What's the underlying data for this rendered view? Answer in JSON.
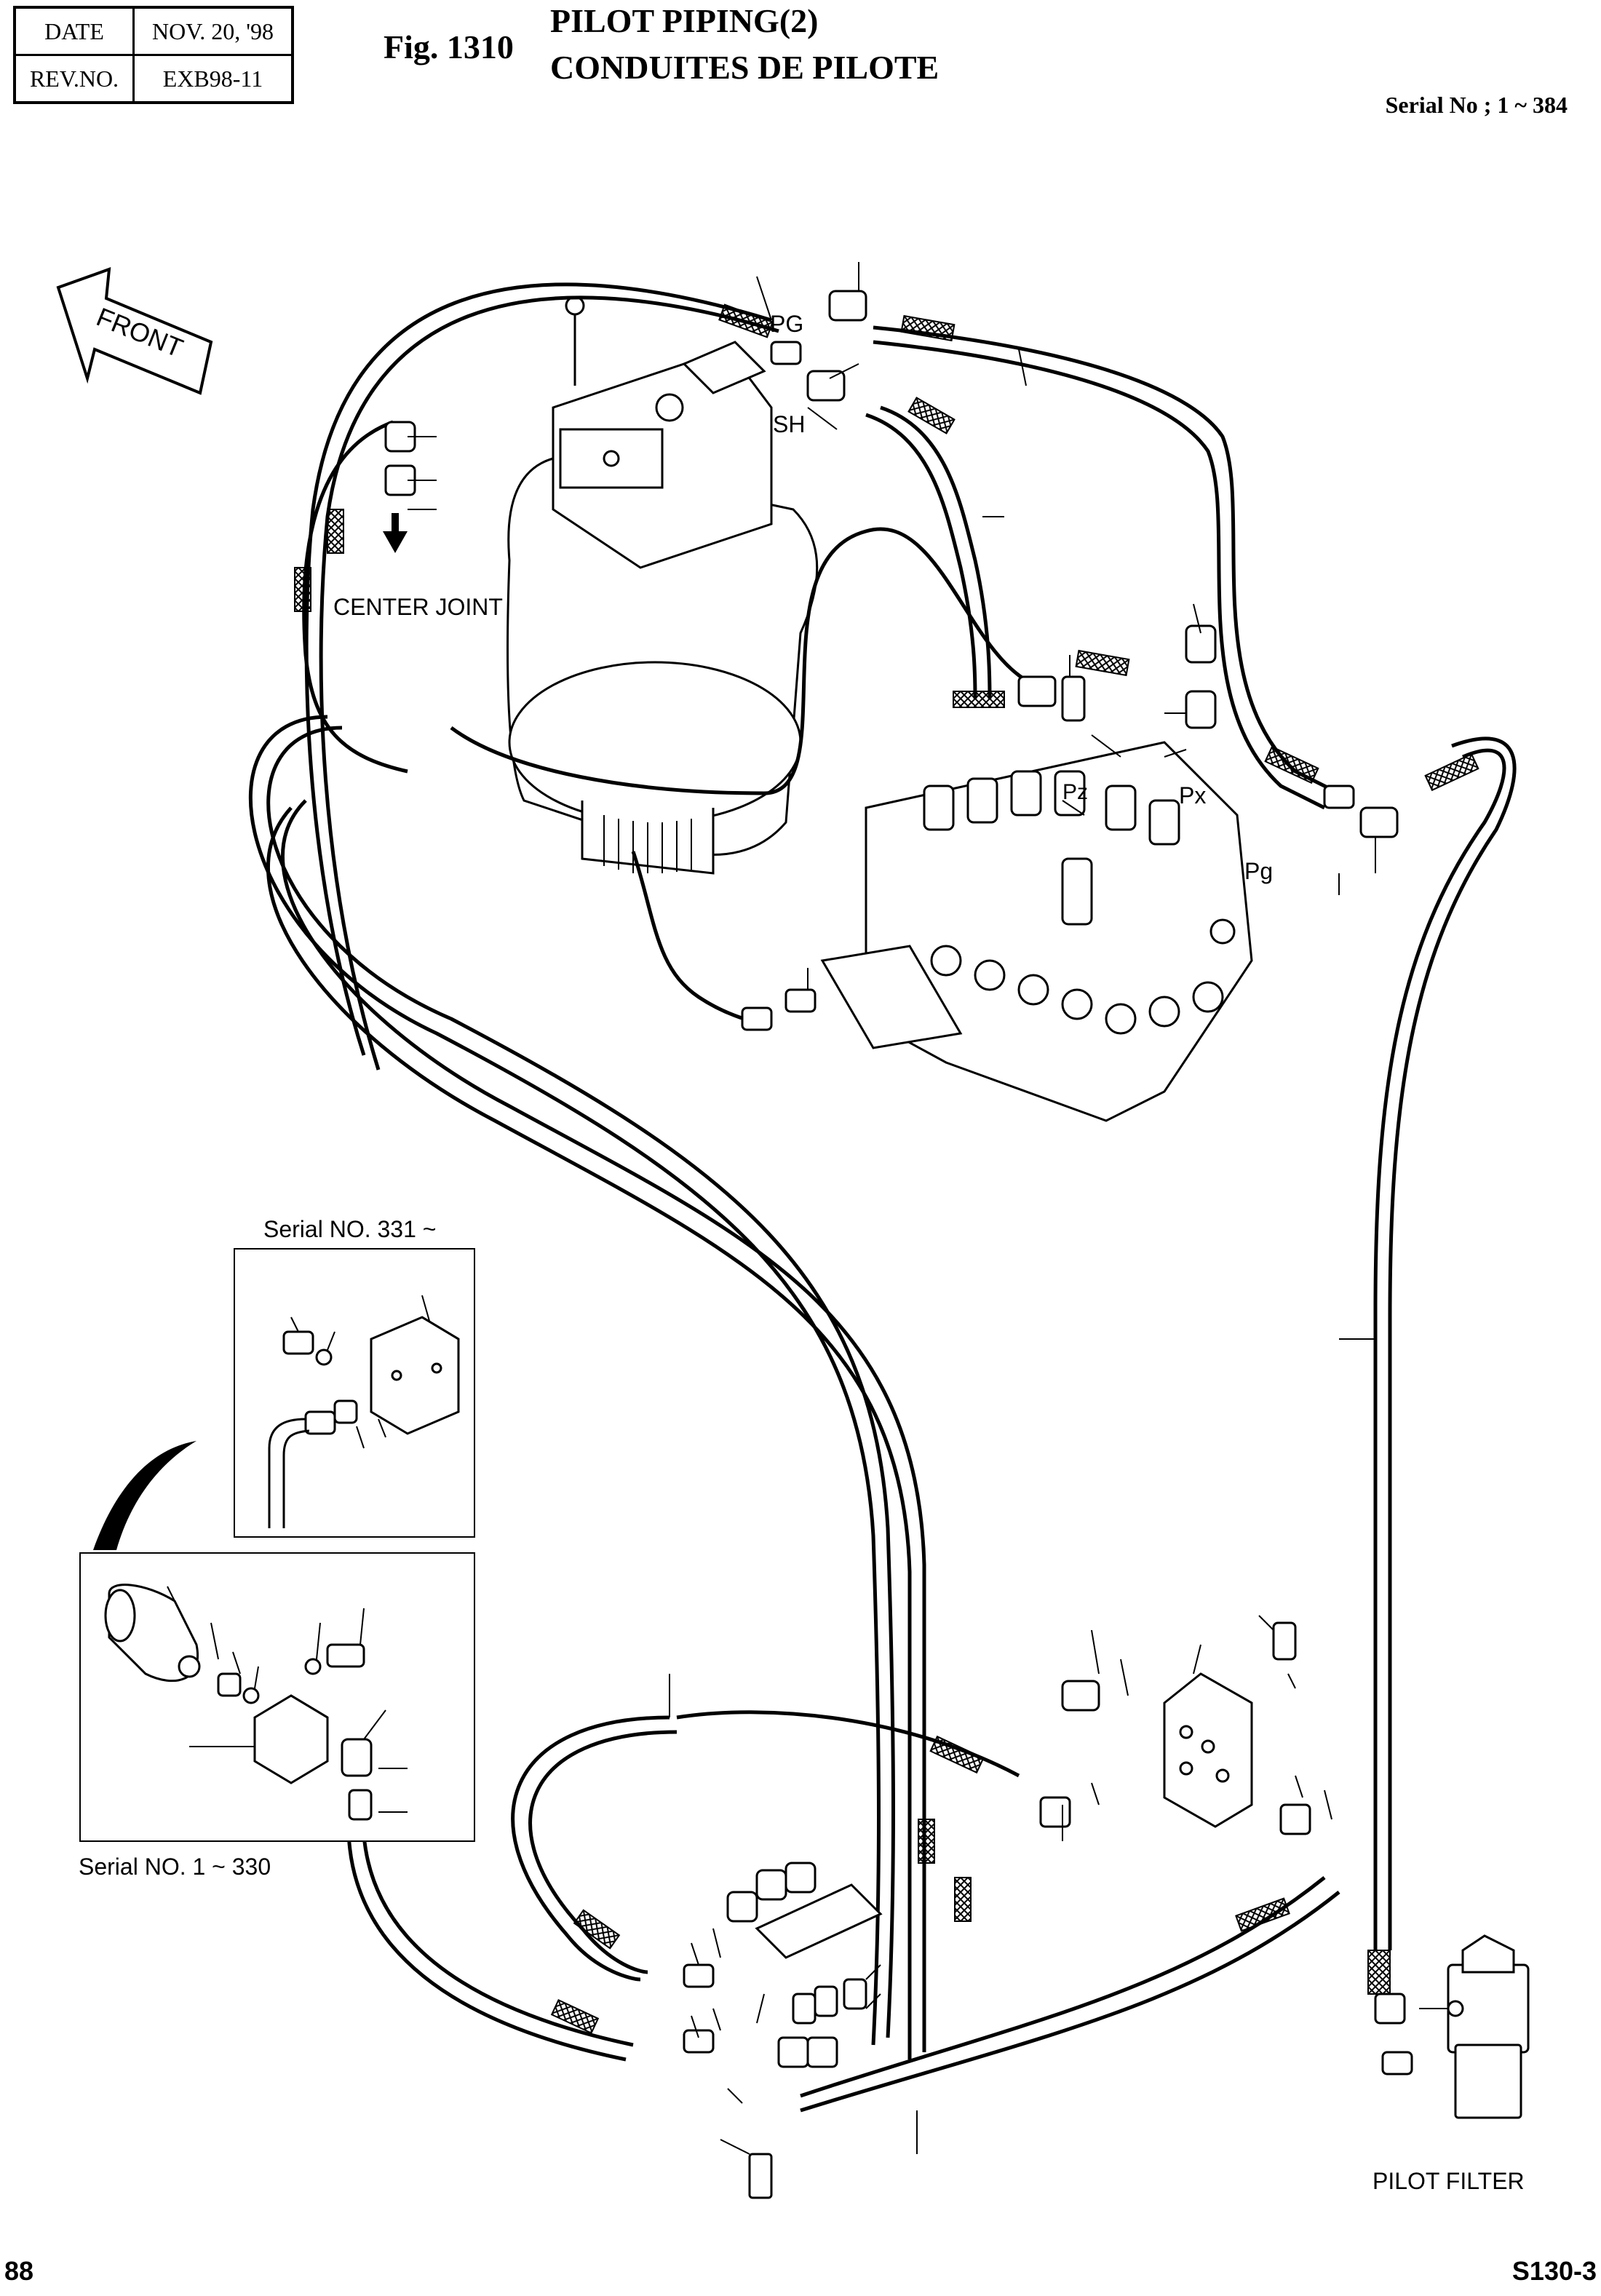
{
  "header": {
    "date_label": "DATE",
    "date_value": "NOV. 20, '98",
    "rev_label": "REV.NO.",
    "rev_value": "EXB98-11",
    "fig_label": "Fig. 1310",
    "title_en": "PILOT PIPING(2)",
    "title_fr": "CONDUITES DE PILOTE",
    "serial_range": "Serial No ; 1 ~ 384"
  },
  "diagram": {
    "front_label": "FRONT",
    "center_joint_label": "CENTER JOINT",
    "port_pg_upper": "PG",
    "port_sh": "SH",
    "port_px": "Px",
    "port_pz": "Pz",
    "port_pg_lower": "Pg",
    "inset_upper_label": "Serial NO. 331 ~",
    "inset_lower_label": "Serial NO. 1 ~ 330",
    "pilot_filter_label": "PILOT FILTER"
  },
  "footer": {
    "page_number": "88",
    "model_code": "S130-3"
  }
}
